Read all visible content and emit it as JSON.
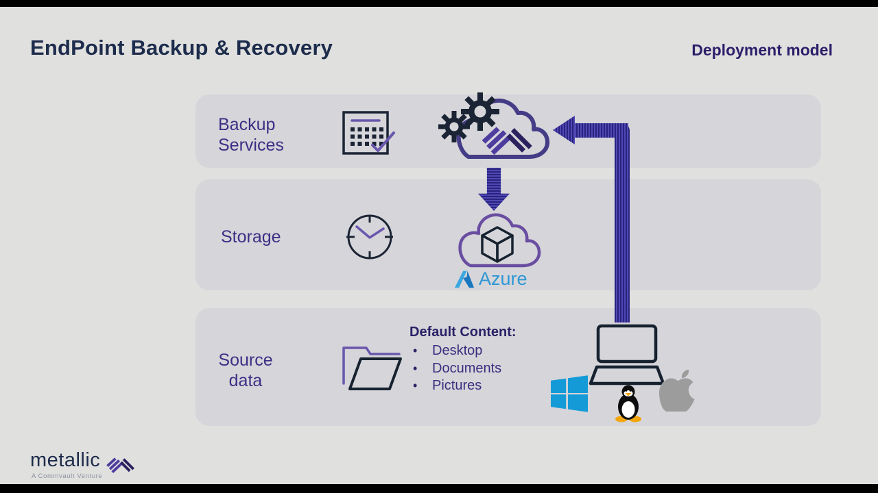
{
  "header": {
    "title": "EndPoint Backup & Recovery",
    "subtitle": "Deployment model"
  },
  "rows": [
    {
      "label": "Backup Services"
    },
    {
      "label": "Storage"
    },
    {
      "label": "Source data"
    }
  ],
  "storage_provider": {
    "label": "Azure"
  },
  "default_content": {
    "heading": "Default Content:",
    "items": [
      "Desktop",
      "Documents",
      "Pictures"
    ]
  },
  "footer": {
    "brand": "metallic",
    "tagline": "A Commvault Venture"
  },
  "icons": [
    "calendar-check-icon",
    "gears-cloud-icon",
    "metallic-mark-icon",
    "clock-icon",
    "azure-cloud-cube-icon",
    "azure-logo-icon",
    "folder-icon",
    "laptop-icon",
    "windows-logo-icon",
    "linux-tux-icon",
    "apple-logo-icon"
  ],
  "colors": {
    "background_gray": "#e0e0df",
    "panel_gray": "#d5d5da",
    "title_navy": "#1d2c4c",
    "label_purple": "#3e2e85",
    "accent_purple": "#443c86",
    "arrow_indigo": "#29227f",
    "azure_blue": "#2f97d4",
    "windows_blue": "#149bd7",
    "apple_gray": "#9c9c9c"
  }
}
